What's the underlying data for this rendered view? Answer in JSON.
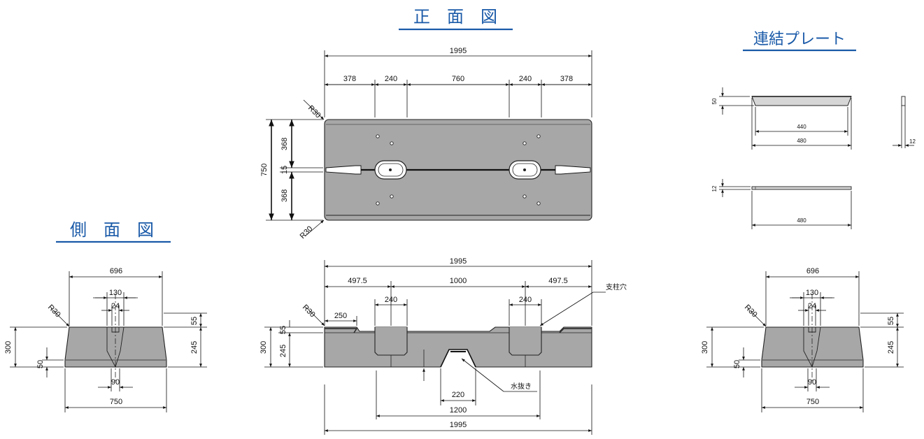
{
  "titles": {
    "front": "正　面　図",
    "side": "側　面　図",
    "plate": "連結プレート"
  },
  "front_view": {
    "total_width": "1995",
    "segments": [
      "378",
      "240",
      "760",
      "240",
      "378"
    ],
    "height": "750",
    "half_height_top": "368",
    "slot_width": "15",
    "half_height_bottom": "368",
    "radius_top": "R30",
    "radius_bottom": "R30"
  },
  "elevation_view": {
    "total_width": "1995",
    "seg_left": "497.5",
    "seg_mid": "1000",
    "seg_right": "497.5",
    "hole_left": "240",
    "hole_right": "240",
    "step": "250",
    "radius": "R30",
    "height": "300",
    "top": "55",
    "body": "245",
    "drain_width": "220",
    "base_span": "1200",
    "bottom_total": "1995",
    "label_post_hole": "支柱穴",
    "label_drain": "水抜き"
  },
  "side_view_left": {
    "top_width": "696",
    "inner1": "130",
    "inner2": "24",
    "radius": "R30",
    "height": "300",
    "foot": "50",
    "top_right": "55",
    "body_right": "245",
    "bottom_inner": "90",
    "bottom_width": "750"
  },
  "side_view_right": {
    "top_width": "696",
    "inner1": "130",
    "inner2": "24",
    "radius": "R30",
    "height": "300",
    "foot": "50",
    "top_right": "55",
    "body_right": "245",
    "bottom_inner": "90",
    "bottom_width": "750"
  },
  "plate_view": {
    "height": "50",
    "inner_width": "440",
    "outer_width": "480",
    "thickness_side": "12",
    "thickness_flat": "12",
    "flat_width": "480"
  }
}
